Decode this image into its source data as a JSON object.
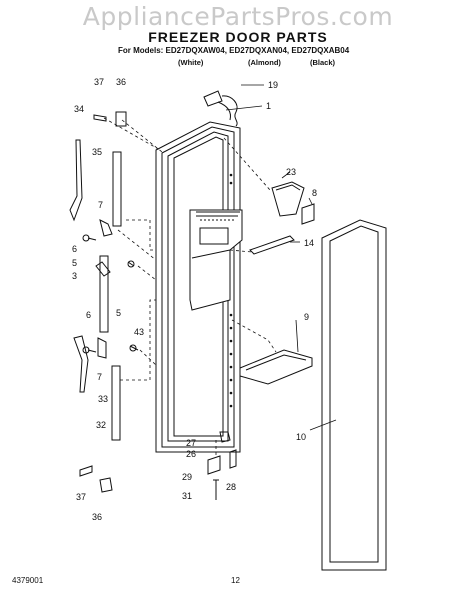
{
  "watermark": "AppliancePartsPros.com",
  "title": "FREEZER DOOR PARTS",
  "models_line": "For Models: ED27DQXAW04, ED27DQXAN04, ED27DQXAB04",
  "colors": [
    "(White)",
    "(Almond)",
    "(Black)"
  ],
  "footer": {
    "doc_number": "4379001",
    "page_number": "12"
  },
  "callouts": [
    "37",
    "36",
    "19",
    "34",
    "1",
    "35",
    "23",
    "8",
    "7",
    "6",
    "5",
    "14",
    "3",
    "5",
    "9",
    "43",
    "6",
    "7",
    "33",
    "32",
    "27",
    "26",
    "10",
    "29",
    "28",
    "31",
    "37",
    "36"
  ]
}
